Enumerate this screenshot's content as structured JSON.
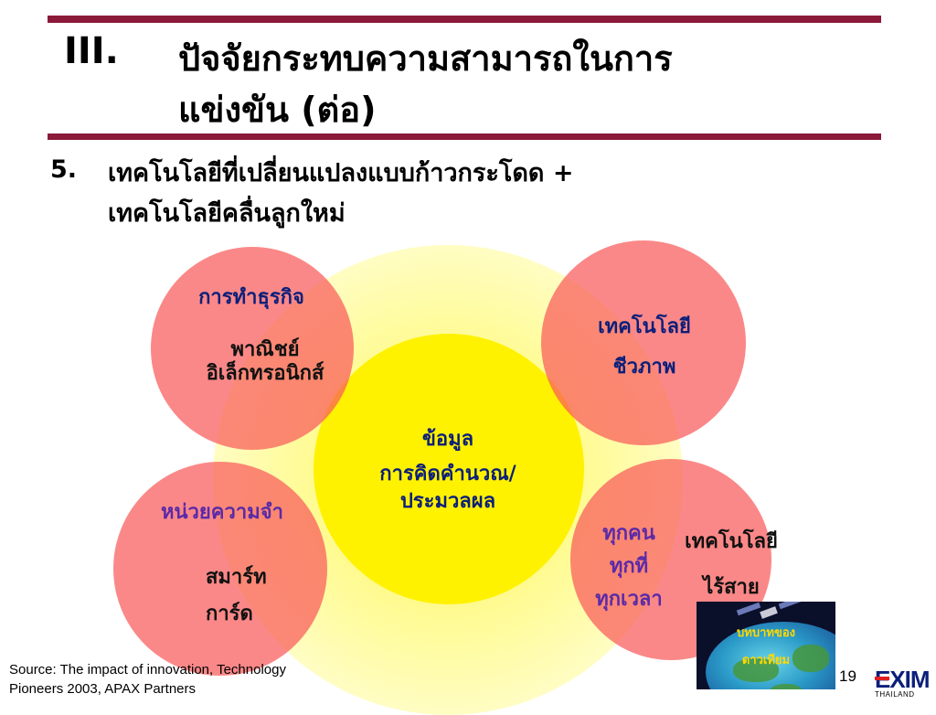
{
  "header": {
    "section_number": "III.",
    "title_line1": "ปัจจัยกระทบความสามารถในการ",
    "title_line2": "แข่งขัน (ต่อ)"
  },
  "point": {
    "number": "5.",
    "line1": "เทคโนโลยีที่เปลี่ยนแปลงแบบก้าวกระโดด +",
    "line2": "เทคโนโลยีคลื่นลูกใหม่"
  },
  "diagram": {
    "top_left": {
      "heading": "การทำธุรกิจ",
      "line1": "พาณิชย์",
      "line2": "อิเล็กทรอนิกส์"
    },
    "top_right": {
      "line1": "เทคโนโลยี",
      "line2": "ชีวภาพ"
    },
    "center": {
      "line1": "ข้อมูล",
      "line2": "การคิดคำนวณ/",
      "line3": "ประมวลผล"
    },
    "bottom_left": {
      "heading": "หน่วยความจำ",
      "line1": "สมาร์ท",
      "line2": "การ์ด"
    },
    "bottom_right": {
      "line1": "ทุกคน",
      "line2": "ทุกที่",
      "line3": "ทุกเวลา",
      "side_line1": "เทคโนโลยี",
      "side_line2": "ไร้สาย"
    },
    "satellite_image": {
      "caption_line1": "บทบาทของ",
      "caption_line2": "ดาวเทียม"
    }
  },
  "footer": {
    "source_line1": "Source: The impact of innovation, Technology",
    "source_line2": "Pioneers 2003, APAX Partners",
    "page_number": "19",
    "logo_text": "EXIM",
    "logo_subtext": "THAILAND"
  },
  "colors": {
    "rule": "#8b1a3a",
    "bubble": "#fa5a5a",
    "core": "#fff200",
    "navy_text": "#0b1f7a",
    "purple_text": "#5a2aa8"
  }
}
